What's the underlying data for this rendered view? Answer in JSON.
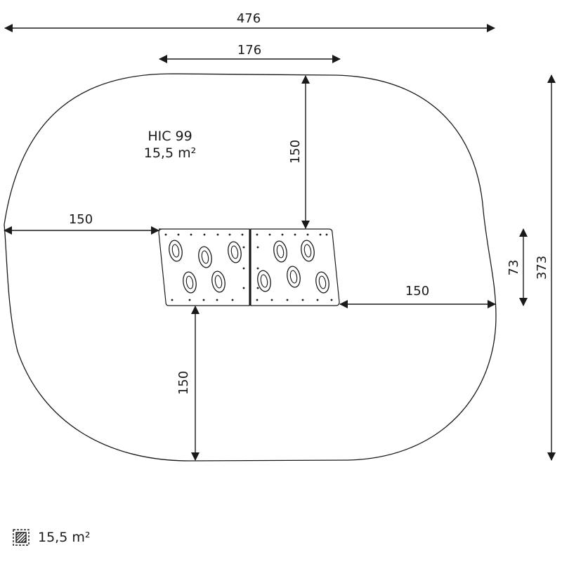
{
  "dimensions": {
    "total_width": "476",
    "wall_width": "176",
    "top_clearance": "150",
    "left_clearance": "150",
    "right_clearance": "150",
    "bottom_clearance": "150",
    "wall_depth": "73",
    "total_depth": "373"
  },
  "safety_area": {
    "hic_label": "HIC 99",
    "area_label": "15,5 m²"
  },
  "legend": {
    "icon": "safety-surface-hatch-icon",
    "area_text": "15,5 m²"
  },
  "colors": {
    "line": "#1a1a1a",
    "background": "#ffffff"
  }
}
